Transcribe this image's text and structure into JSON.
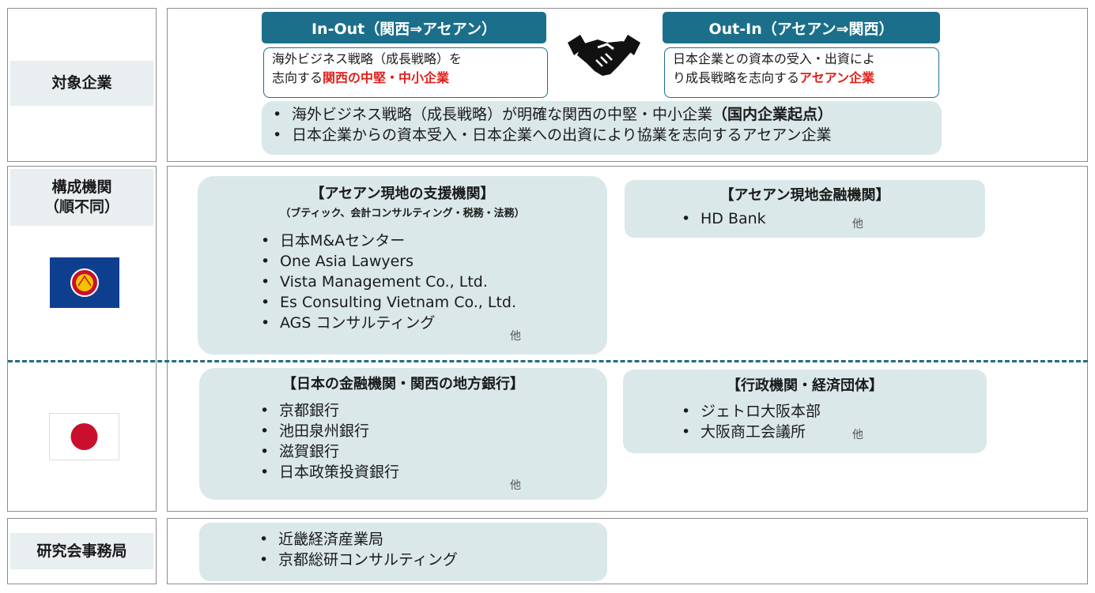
{
  "target": {
    "label": "対象企業",
    "in_out": {
      "header": "In-Out（関西⇒アセアン）",
      "desc_line1": "海外ビジネス戦略（成長戦略）を",
      "desc_line2_plain": "志向する",
      "desc_line2_highlight": "関西の中堅・中小企業"
    },
    "out_in": {
      "header": "Out-In（アセアン⇒関西）",
      "desc_line1": "日本企業との資本の受入・出資によ",
      "desc_line2_plain": "り成長戦略を志向する",
      "desc_line2_highlight": "アセアン企業"
    },
    "handshake_icon": "handshake-icon",
    "summary": {
      "item1_plain": "海外ビジネス戦略（成長戦略）が明確な関西の中堅・中小企業",
      "item1_bold": "（国内企業起点）",
      "item2": "日本企業からの資本受入・日本企業への出資により協業を志向するアセアン企業"
    }
  },
  "members": {
    "label_line1": "構成機関",
    "label_line2": "（順不同）",
    "asean_flag_icon": "asean-flag-icon",
    "japan_flag_icon": "japan-flag-icon",
    "asean_support": {
      "title": "【アセアン現地の支援機関】",
      "subtitle": "（ブティック、会計コンサルティング・税務・法務）",
      "items": [
        "日本M&Aセンター",
        "One Asia Lawyers",
        "Vista Management Co., Ltd.",
        "Es Consulting Vietnam Co., Ltd.",
        "AGS コンサルティング"
      ],
      "other": "他"
    },
    "asean_finance": {
      "title": "【アセアン現地金融機関】",
      "items": [
        "HD Bank"
      ],
      "other": "他"
    },
    "japan_banks": {
      "title": "【日本の金融機関・関西の地方銀行】",
      "items": [
        "京都銀行",
        "池田泉州銀行",
        "滋賀銀行",
        "日本政策投資銀行"
      ],
      "other": "他"
    },
    "gov": {
      "title": "【行政機関・経済団体】",
      "items": [
        "ジェトロ大阪本部",
        "大阪商工会議所"
      ],
      "other": "他"
    }
  },
  "secretariat": {
    "label": "研究会事務局",
    "items": [
      "近畿経済産業局",
      "京都総研コンサルティング"
    ]
  },
  "colors": {
    "header_bg": "#1b6f8a",
    "highlight": "#e0201b",
    "panel_bg": "#dbe8e9",
    "label_bg": "#e9eef0"
  }
}
